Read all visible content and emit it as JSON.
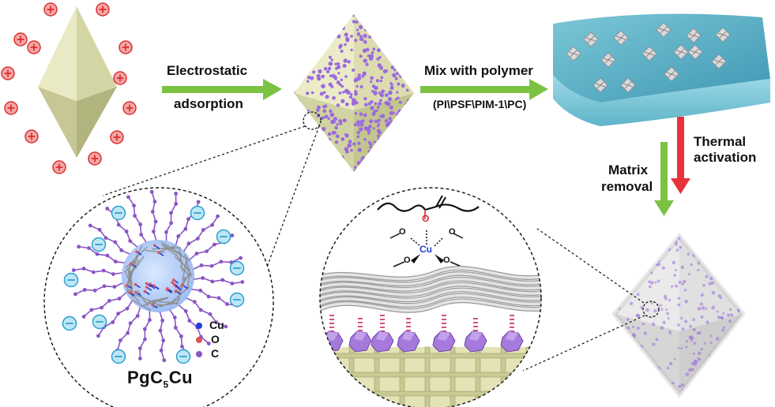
{
  "steps": {
    "adsorption_line1": "Electrostatic",
    "adsorption_line2": "adsorption",
    "mix_line1": "Mix with polymer",
    "mix_line2": "(PI\\PSF\\PIM-1\\PC)",
    "thermal_line1": "Thermal",
    "thermal_line2": "activation",
    "matrix_line1": "Matrix",
    "matrix_line2": "removal"
  },
  "cluster": {
    "name_main": "PgC",
    "name_sub": "5",
    "name_tail": "Cu",
    "legend": [
      {
        "label": "Cu",
        "color": "#1f3fd1"
      },
      {
        "label": "O",
        "color": "#e0525a"
      },
      {
        "label": "C",
        "color": "#8a55c4"
      }
    ]
  },
  "chem": {
    "metal": "Cu",
    "oxygen": "O"
  },
  "colors": {
    "octahedron_light": "#e6e6bf",
    "octahedron_mid": "#d2d3a2",
    "octahedron_dark": "#b9bb86",
    "cation_fill": "#f4a7a7",
    "cation_stroke": "#d9302f",
    "anion_fill": "#bfe6f5",
    "anion_stroke": "#2a9fd0",
    "dot_purple": "#9b6bdd",
    "arrow_green": "#7cc242",
    "arrow_red": "#e8323a",
    "membrane_top": "#5fb3c9",
    "membrane_side": "#8ed3e3"
  },
  "icons": {
    "cation": "plus-in-circle",
    "anion": "minus-in-circle"
  }
}
